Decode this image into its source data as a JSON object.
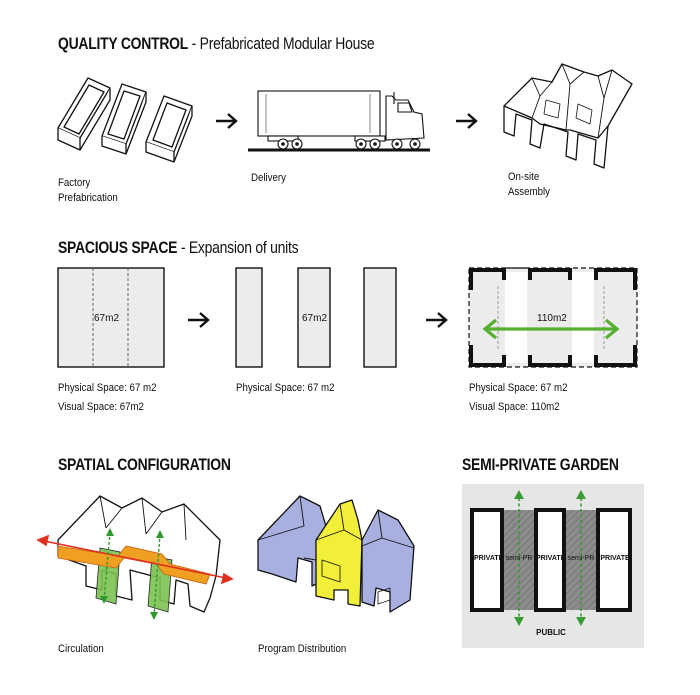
{
  "sections": {
    "quality": {
      "title": "QUALITY CONTROL",
      "subtitle": " - Prefabricated Modular House"
    },
    "spacious": {
      "title": "SPACIOUS SPACE",
      "subtitle": " - Expansion  of units"
    },
    "spatial": {
      "title": "SPATIAL CONFIGURATION"
    },
    "garden": {
      "title": "SEMI-PRIVATE GARDEN"
    }
  },
  "quality": {
    "factory_line1": "Factory",
    "factory_line2": "Prefabrication",
    "delivery": "Delivery",
    "onsite_line1": "On-site",
    "onsite_line2": "Assembly"
  },
  "spacious": {
    "plan1_area": "67m2",
    "plan2_area": "67m2",
    "plan3_area": "110m2",
    "plan1_physical": "Physical Space: 67 m2",
    "plan1_visual": "Visual Space: 67m2",
    "plan2_physical": "Physical Space: 67 m2",
    "plan3_physical": "Physical Space: 67 m2",
    "plan3_visual": "Visual Space: 110m2"
  },
  "spatial": {
    "circulation": "Circulation",
    "program": "Program Distribution"
  },
  "garden": {
    "private1": "PRIVATE",
    "semi1": "semi-PR",
    "private2": "PRIVATE",
    "semi2": "semi-PR",
    "private3": "PRIVATE",
    "public": "PUBLIC"
  },
  "colors": {
    "arrow_green": "#55b030",
    "circulation_orange": "#f0a020",
    "circulation_red": "#e03020",
    "program_blue": "#a8b0e0",
    "program_yellow": "#f2ef3a",
    "garden_bg": "#e6e6e6",
    "semi_hatch": "#8c8c8c"
  }
}
